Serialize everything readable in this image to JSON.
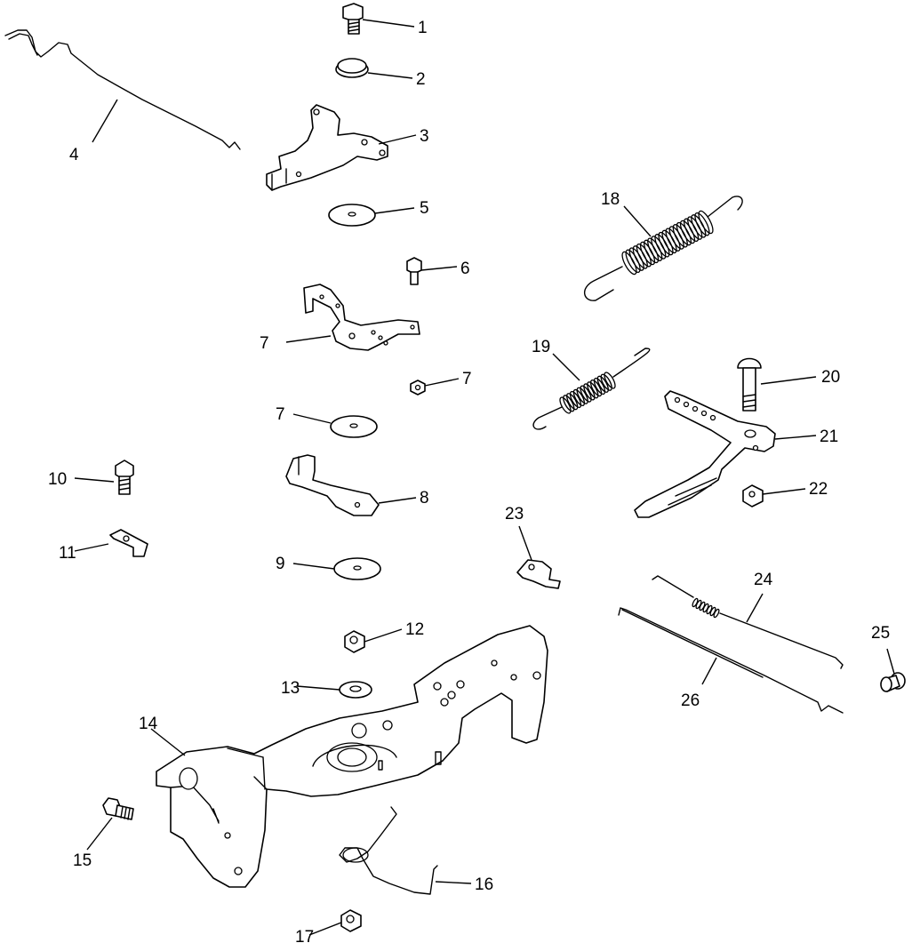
{
  "diagram": {
    "callouts": [
      {
        "id": "c1",
        "text": "1"
      },
      {
        "id": "c2",
        "text": "2"
      },
      {
        "id": "c3",
        "text": "3"
      },
      {
        "id": "c4",
        "text": "4"
      },
      {
        "id": "c5",
        "text": "5"
      },
      {
        "id": "c6",
        "text": "6"
      },
      {
        "id": "c7a",
        "text": "7"
      },
      {
        "id": "c7b",
        "text": "7"
      },
      {
        "id": "c7c",
        "text": "7"
      },
      {
        "id": "c8",
        "text": "8"
      },
      {
        "id": "c9",
        "text": "9"
      },
      {
        "id": "c10",
        "text": "10"
      },
      {
        "id": "c11",
        "text": "11"
      },
      {
        "id": "c12",
        "text": "12"
      },
      {
        "id": "c13",
        "text": "13"
      },
      {
        "id": "c14",
        "text": "14"
      },
      {
        "id": "c15",
        "text": "15"
      },
      {
        "id": "c16",
        "text": "16"
      },
      {
        "id": "c17",
        "text": "17"
      },
      {
        "id": "c18",
        "text": "18"
      },
      {
        "id": "c19",
        "text": "19"
      },
      {
        "id": "c20",
        "text": "20"
      },
      {
        "id": "c21",
        "text": "21"
      },
      {
        "id": "c22",
        "text": "22"
      },
      {
        "id": "c23",
        "text": "23"
      },
      {
        "id": "c24",
        "text": "24"
      },
      {
        "id": "c25",
        "text": "25"
      },
      {
        "id": "c26",
        "text": "26"
      }
    ]
  }
}
